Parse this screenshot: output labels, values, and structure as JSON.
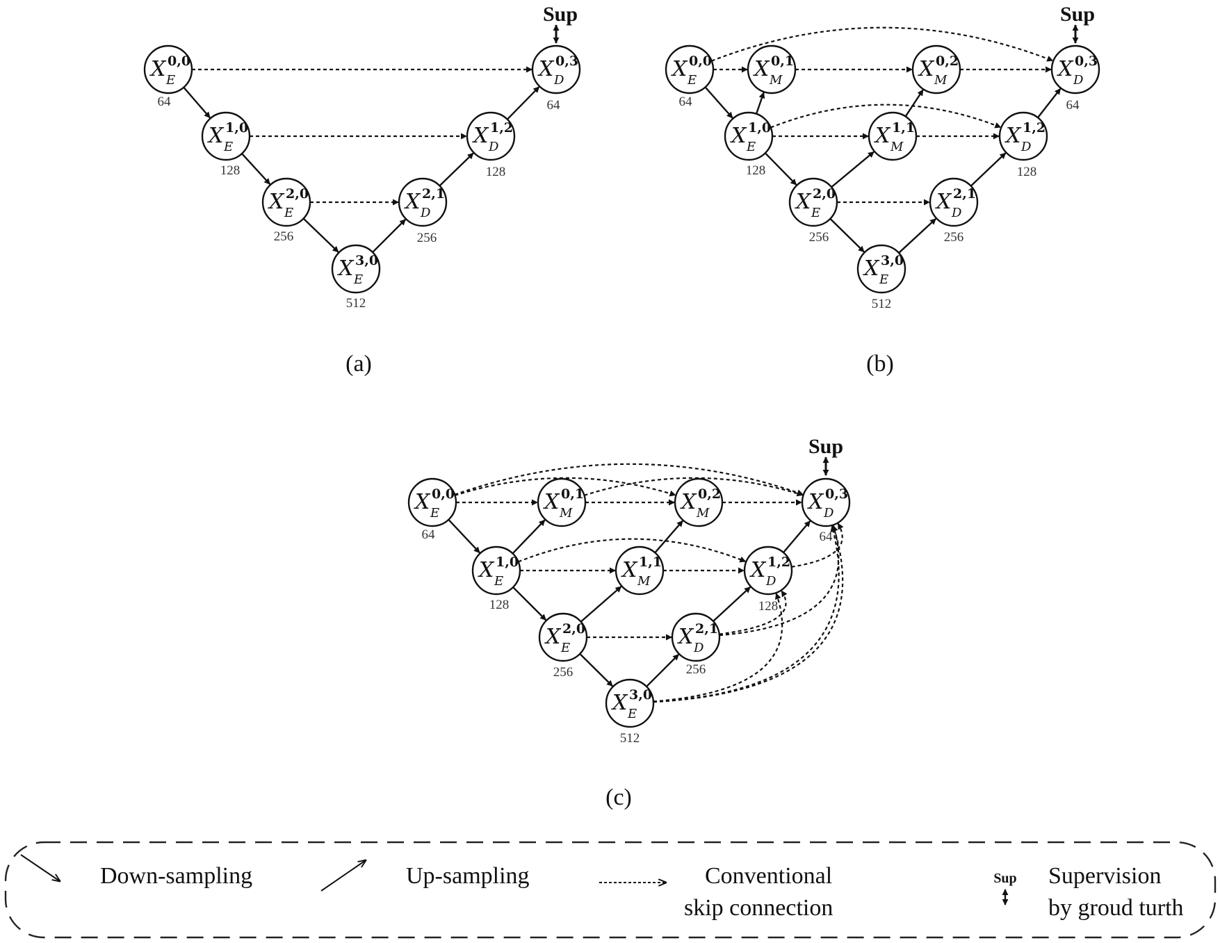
{
  "panels": [
    {
      "label": "(a)",
      "sup_label": "Sup",
      "nodes": [
        {
          "id": "E00",
          "sup": "0,0",
          "sub": "E",
          "channels": "64"
        },
        {
          "id": "E10",
          "sup": "1,0",
          "sub": "E",
          "channels": "128"
        },
        {
          "id": "E20",
          "sup": "2,0",
          "sub": "E",
          "channels": "256"
        },
        {
          "id": "E30",
          "sup": "3,0",
          "sub": "E",
          "channels": "512"
        },
        {
          "id": "D21",
          "sup": "2,1",
          "sub": "D",
          "channels": "256"
        },
        {
          "id": "D12",
          "sup": "1,2",
          "sub": "D",
          "channels": "128"
        },
        {
          "id": "D03",
          "sup": "0,3",
          "sub": "D",
          "channels": "64"
        }
      ],
      "edges": [
        {
          "from": "E00",
          "to": "E10",
          "kind": "down"
        },
        {
          "from": "E10",
          "to": "E20",
          "kind": "down"
        },
        {
          "from": "E20",
          "to": "E30",
          "kind": "down"
        },
        {
          "from": "E30",
          "to": "D21",
          "kind": "up"
        },
        {
          "from": "D21",
          "to": "D12",
          "kind": "up"
        },
        {
          "from": "D12",
          "to": "D03",
          "kind": "up"
        },
        {
          "from": "E00",
          "to": "D03",
          "kind": "skip"
        },
        {
          "from": "E10",
          "to": "D12",
          "kind": "skip"
        },
        {
          "from": "E20",
          "to": "D21",
          "kind": "skip"
        }
      ]
    },
    {
      "label": "(b)",
      "sup_label": "Sup",
      "nodes": [
        {
          "id": "E00",
          "sup": "0,0",
          "sub": "E",
          "channels": "64"
        },
        {
          "id": "E10",
          "sup": "1,0",
          "sub": "E",
          "channels": "128"
        },
        {
          "id": "E20",
          "sup": "2,0",
          "sub": "E",
          "channels": "256"
        },
        {
          "id": "E30",
          "sup": "3,0",
          "sub": "E",
          "channels": "512"
        },
        {
          "id": "M01",
          "sup": "0,1",
          "sub": "M",
          "channels": ""
        },
        {
          "id": "M02",
          "sup": "0,2",
          "sub": "M",
          "channels": ""
        },
        {
          "id": "M11",
          "sup": "1,1",
          "sub": "M",
          "channels": ""
        },
        {
          "id": "D21",
          "sup": "2,1",
          "sub": "D",
          "channels": "256"
        },
        {
          "id": "D12",
          "sup": "1,2",
          "sub": "D",
          "channels": "128"
        },
        {
          "id": "D03",
          "sup": "0,3",
          "sub": "D",
          "channels": "64"
        }
      ],
      "edges": [
        {
          "from": "E00",
          "to": "E10",
          "kind": "down"
        },
        {
          "from": "E10",
          "to": "E20",
          "kind": "down"
        },
        {
          "from": "E20",
          "to": "E30",
          "kind": "down"
        },
        {
          "from": "E30",
          "to": "D21",
          "kind": "up"
        },
        {
          "from": "D21",
          "to": "D12",
          "kind": "up"
        },
        {
          "from": "D12",
          "to": "D03",
          "kind": "up"
        },
        {
          "from": "E10",
          "to": "M01",
          "kind": "up"
        },
        {
          "from": "E20",
          "to": "M11",
          "kind": "up"
        },
        {
          "from": "M11",
          "to": "M02",
          "kind": "up"
        },
        {
          "from": "E00",
          "to": "M01",
          "kind": "skip"
        },
        {
          "from": "M01",
          "to": "M02",
          "kind": "skip"
        },
        {
          "from": "M02",
          "to": "D03",
          "kind": "skip"
        },
        {
          "from": "E00",
          "to": "D03",
          "kind": "skip-arc"
        },
        {
          "from": "E10",
          "to": "M11",
          "kind": "skip"
        },
        {
          "from": "M11",
          "to": "D12",
          "kind": "skip"
        },
        {
          "from": "E10",
          "to": "D12",
          "kind": "skip-arc"
        },
        {
          "from": "E20",
          "to": "D21",
          "kind": "skip"
        }
      ]
    },
    {
      "label": "(c)",
      "sup_label": "Sup",
      "nodes": [
        {
          "id": "E00",
          "sup": "0,0",
          "sub": "E",
          "channels": "64"
        },
        {
          "id": "E10",
          "sup": "1,0",
          "sub": "E",
          "channels": "128"
        },
        {
          "id": "E20",
          "sup": "2,0",
          "sub": "E",
          "channels": "256"
        },
        {
          "id": "E30",
          "sup": "3,0",
          "sub": "E",
          "channels": "512"
        },
        {
          "id": "M01",
          "sup": "0,1",
          "sub": "M",
          "channels": ""
        },
        {
          "id": "M02",
          "sup": "0,2",
          "sub": "M",
          "channels": ""
        },
        {
          "id": "M11",
          "sup": "1,1",
          "sub": "M",
          "channels": ""
        },
        {
          "id": "D21",
          "sup": "2,1",
          "sub": "D",
          "channels": "256"
        },
        {
          "id": "D12",
          "sup": "1,2",
          "sub": "D",
          "channels": "128"
        },
        {
          "id": "D03",
          "sup": "0,3",
          "sub": "D",
          "channels": "64"
        }
      ],
      "edges": [
        {
          "from": "E00",
          "to": "E10",
          "kind": "down"
        },
        {
          "from": "E10",
          "to": "E20",
          "kind": "down"
        },
        {
          "from": "E20",
          "to": "E30",
          "kind": "down"
        },
        {
          "from": "E30",
          "to": "D21",
          "kind": "up"
        },
        {
          "from": "D21",
          "to": "D12",
          "kind": "up"
        },
        {
          "from": "D12",
          "to": "D03",
          "kind": "up"
        },
        {
          "from": "E10",
          "to": "M01",
          "kind": "up"
        },
        {
          "from": "E20",
          "to": "M11",
          "kind": "up"
        },
        {
          "from": "M11",
          "to": "M02",
          "kind": "up"
        },
        {
          "from": "E00",
          "to": "M01",
          "kind": "skip"
        },
        {
          "from": "M01",
          "to": "M02",
          "kind": "skip"
        },
        {
          "from": "M02",
          "to": "D03",
          "kind": "skip"
        },
        {
          "from": "E00",
          "to": "D03",
          "kind": "skip-arc"
        },
        {
          "from": "E00",
          "to": "M02",
          "kind": "skip-arc"
        },
        {
          "from": "M01",
          "to": "D03",
          "kind": "skip-arc"
        },
        {
          "from": "E10",
          "to": "M11",
          "kind": "skip"
        },
        {
          "from": "M11",
          "to": "D12",
          "kind": "skip"
        },
        {
          "from": "E10",
          "to": "D12",
          "kind": "skip-arc"
        },
        {
          "from": "E20",
          "to": "D21",
          "kind": "skip"
        },
        {
          "from": "D12",
          "to": "D03",
          "kind": "skip-arc"
        },
        {
          "from": "D21",
          "to": "D03",
          "kind": "skip-arc"
        },
        {
          "from": "D21",
          "to": "D12",
          "kind": "skip-arc"
        },
        {
          "from": "E30",
          "to": "D03",
          "kind": "skip-arc"
        },
        {
          "from": "E30",
          "to": "D12",
          "kind": "skip-arc"
        },
        {
          "from": "E30",
          "to": "D03",
          "kind": "skip-arc"
        }
      ]
    }
  ],
  "legend": {
    "down": "Down-sampling",
    "up": "Up-sampling",
    "skip_line1": "Conventional",
    "skip_line2": "skip  connection",
    "sup_icon_label": "Sup",
    "sup_line1": "Supervision",
    "sup_line2": "by groud turth"
  }
}
